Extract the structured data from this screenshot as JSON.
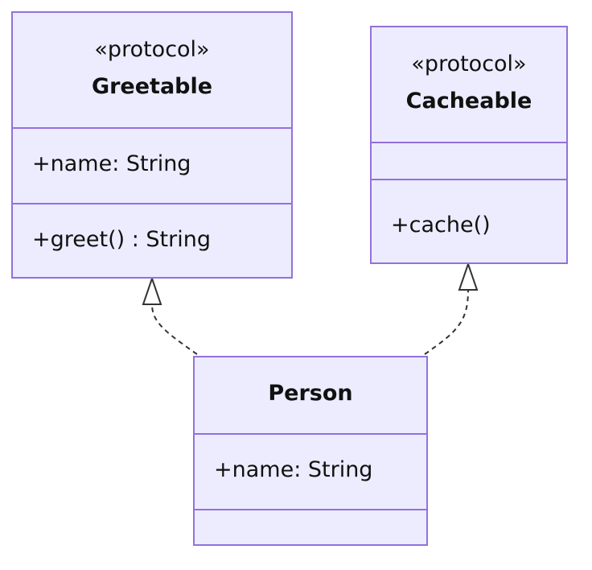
{
  "classes": {
    "greetable": {
      "stereotype": "«protocol»",
      "name": "Greetable",
      "attributes": [
        "+name: String"
      ],
      "methods": [
        "+greet() : String"
      ]
    },
    "cacheable": {
      "stereotype": "«protocol»",
      "name": "Cacheable",
      "attributes": [],
      "methods": [
        "+cache()"
      ]
    },
    "person": {
      "stereotype": "",
      "name": "Person",
      "attributes": [
        "+name: String"
      ],
      "methods": []
    }
  },
  "relations": [
    {
      "from": "person",
      "to": "greetable",
      "type": "realization"
    },
    {
      "from": "person",
      "to": "cacheable",
      "type": "realization"
    }
  ],
  "colors": {
    "box_fill": "#ececfe",
    "box_border": "#9371db",
    "edge": "#333333"
  }
}
